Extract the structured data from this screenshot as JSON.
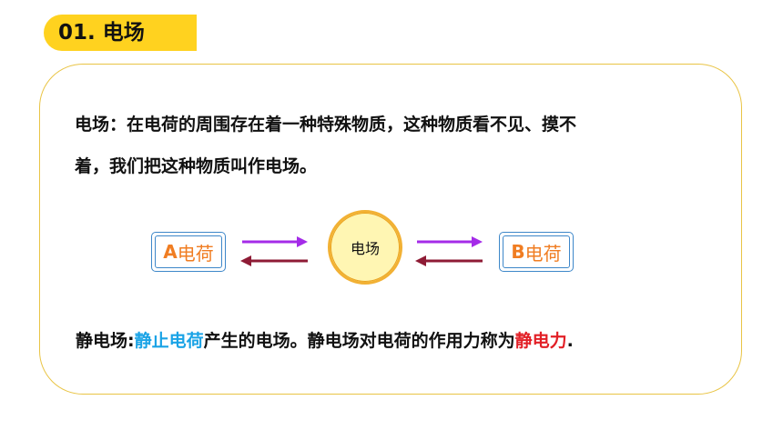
{
  "title": {
    "number": "01.",
    "text": "电场"
  },
  "definition": {
    "line1": "电场：在电荷的周围存在着一种特殊物质，这种物质看不见、摸不",
    "line2": "着，我们把这种物质叫作电场。"
  },
  "diagram": {
    "charge_a": {
      "letter": "A",
      "word": "电荷"
    },
    "field": "电场",
    "charge_b": {
      "letter": "B",
      "word": "电荷"
    }
  },
  "summary": {
    "part1": "静电场:",
    "part2": "静止电荷",
    "part3": "产生的电场。静电场对电荷的作用力称为",
    "part4": "静电力",
    "part5": "."
  },
  "colors": {
    "title_bg": "#FFD21F",
    "card_border": "#E9C445",
    "box_border": "#3D87C9",
    "charge_text": "#F07D22",
    "arrow_right": "#A42BE8",
    "arrow_left": "#8E1B35",
    "highlight_blue": "#1AA3E6",
    "highlight_red": "#E21F26"
  }
}
